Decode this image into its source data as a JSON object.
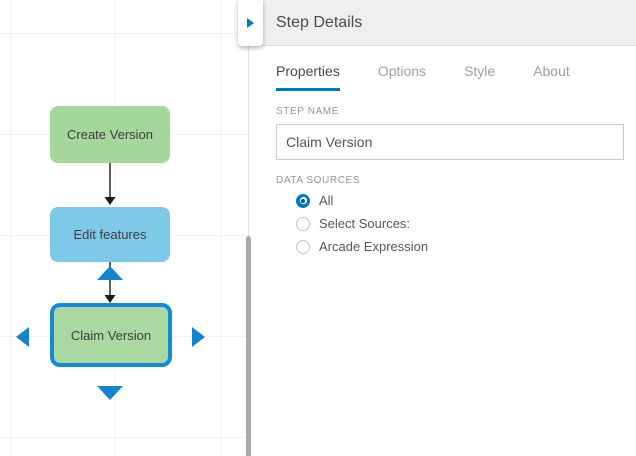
{
  "canvas": {
    "nodes": [
      {
        "id": "create-version",
        "label": "Create Version",
        "kind": "green",
        "selected": false
      },
      {
        "id": "edit-features",
        "label": "Edit features",
        "kind": "blue",
        "selected": false
      },
      {
        "id": "claim-version",
        "label": "Claim Version",
        "kind": "green",
        "selected": true
      }
    ]
  },
  "panel": {
    "title": "Step Details",
    "collapse_icon": "chevron-right",
    "tabs": [
      {
        "label": "Properties",
        "active": true
      },
      {
        "label": "Options",
        "active": false
      },
      {
        "label": "Style",
        "active": false
      },
      {
        "label": "About",
        "active": false
      }
    ],
    "step_name": {
      "label": "STEP NAME",
      "value": "Claim Version"
    },
    "data_sources": {
      "label": "DATA SOURCES",
      "options": [
        {
          "label": "All",
          "selected": true
        },
        {
          "label": "Select Sources:",
          "selected": false
        },
        {
          "label": "Arcade Expression",
          "selected": false
        }
      ]
    }
  },
  "colors": {
    "accent_blue": "#0079c1",
    "selection_border_blue": "#1789d3",
    "handle_blue": "#1484cd",
    "node_green": "#a5d69b",
    "node_blue": "#7fc9e8",
    "header_bg": "#efefef",
    "radio_checked": "#007ac2"
  }
}
